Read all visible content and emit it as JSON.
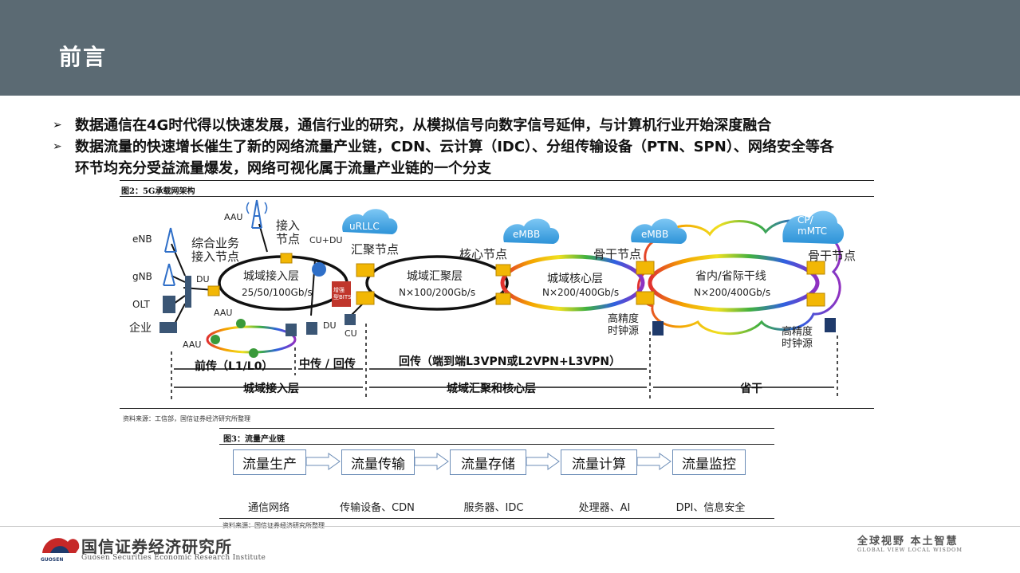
{
  "header": {
    "title": "前言"
  },
  "bullets": [
    "数据通信在4G时代得以快速发展，通信行业的研究，从模拟信号向数字信号延伸，与计算机行业开始深度融合",
    "数据流量的快速增长催生了新的网络流量产业链，CDN、云计算（IDC）、分组传输设备（PTN、SPN）、网络安全等各",
    "环节均充分受益流量爆发，网络可视化属于流量产业链的一个分支"
  ],
  "figure2": {
    "caption": "图2：5G承载网架构",
    "source": "资料来源：工信部，国信证券经济研究所整理",
    "labels": {
      "aau_top": "AAU",
      "access_node": "接入\n节点",
      "enb": "eNB",
      "gnb": "gNB",
      "olt": "OLT",
      "enterprise": "企业",
      "du_left": "DU",
      "integrated": "综合业务\n接入节点",
      "cu_du": "CU+DU",
      "urllc": "uRLLC",
      "agg_node": "汇聚节点",
      "metro_access": "城域接入层",
      "metro_access_rate": "25/50/100Gb/s",
      "aau_mid": "AAU",
      "aau_bottom": "AAU",
      "du_bottom": "DU",
      "cu": "CU",
      "enhanced": "增强\n型BITS",
      "metro_agg": "城域汇聚层",
      "metro_agg_rate": "N×100/200Gb/s",
      "embb1": "eMBB",
      "core_node": "核心节点",
      "metro_core": "城域核心层",
      "metro_core_rate": "N×200/400Gb/s",
      "embb2": "eMBB",
      "backbone_node1": "骨干节点",
      "clock1": "高精度\n时钟源",
      "cp_mmtc": "CP/\nmMTC",
      "provincial": "省内/省际干线",
      "provincial_rate": "N×200/400Gb/s",
      "backbone_node2": "骨干节点",
      "clock2": "高精度\n时钟源",
      "fronthaul": "前传（L1/L0）",
      "midhaul": "中传 / 回传",
      "backhaul": "回传（端到端L3VPN或L2VPN+L3VPN）",
      "seg_access": "城域接入层",
      "seg_agg_core": "城域汇聚和核心层",
      "seg_trunk": "省干"
    }
  },
  "figure3": {
    "caption": "图3：流量产业链",
    "source": "资料来源：国信证券经济研究所整理",
    "steps": [
      {
        "name": "流量生产",
        "desc": "通信网络"
      },
      {
        "name": "流量传输",
        "desc": "传输设备、CDN"
      },
      {
        "name": "流量存储",
        "desc": "服务器、IDC"
      },
      {
        "name": "流量计算",
        "desc": "处理器、AI"
      },
      {
        "name": "流量监控",
        "desc": "DPI、信息安全"
      }
    ]
  },
  "footer": {
    "logo_text": "GUOSEN",
    "company_cn": "国信证券经济研究所",
    "company_en": "Guosen Securities Economic Research Institute",
    "slogan_cn": "全球视野  本土智慧",
    "slogan_en": "GLOBAL VIEW   LOCAL WISDOM"
  },
  "colors": {
    "header_bg": "#5b6a73",
    "node": "#f2b705",
    "cloud": "#3aa3e3",
    "flow_border": "#6c8db7"
  }
}
